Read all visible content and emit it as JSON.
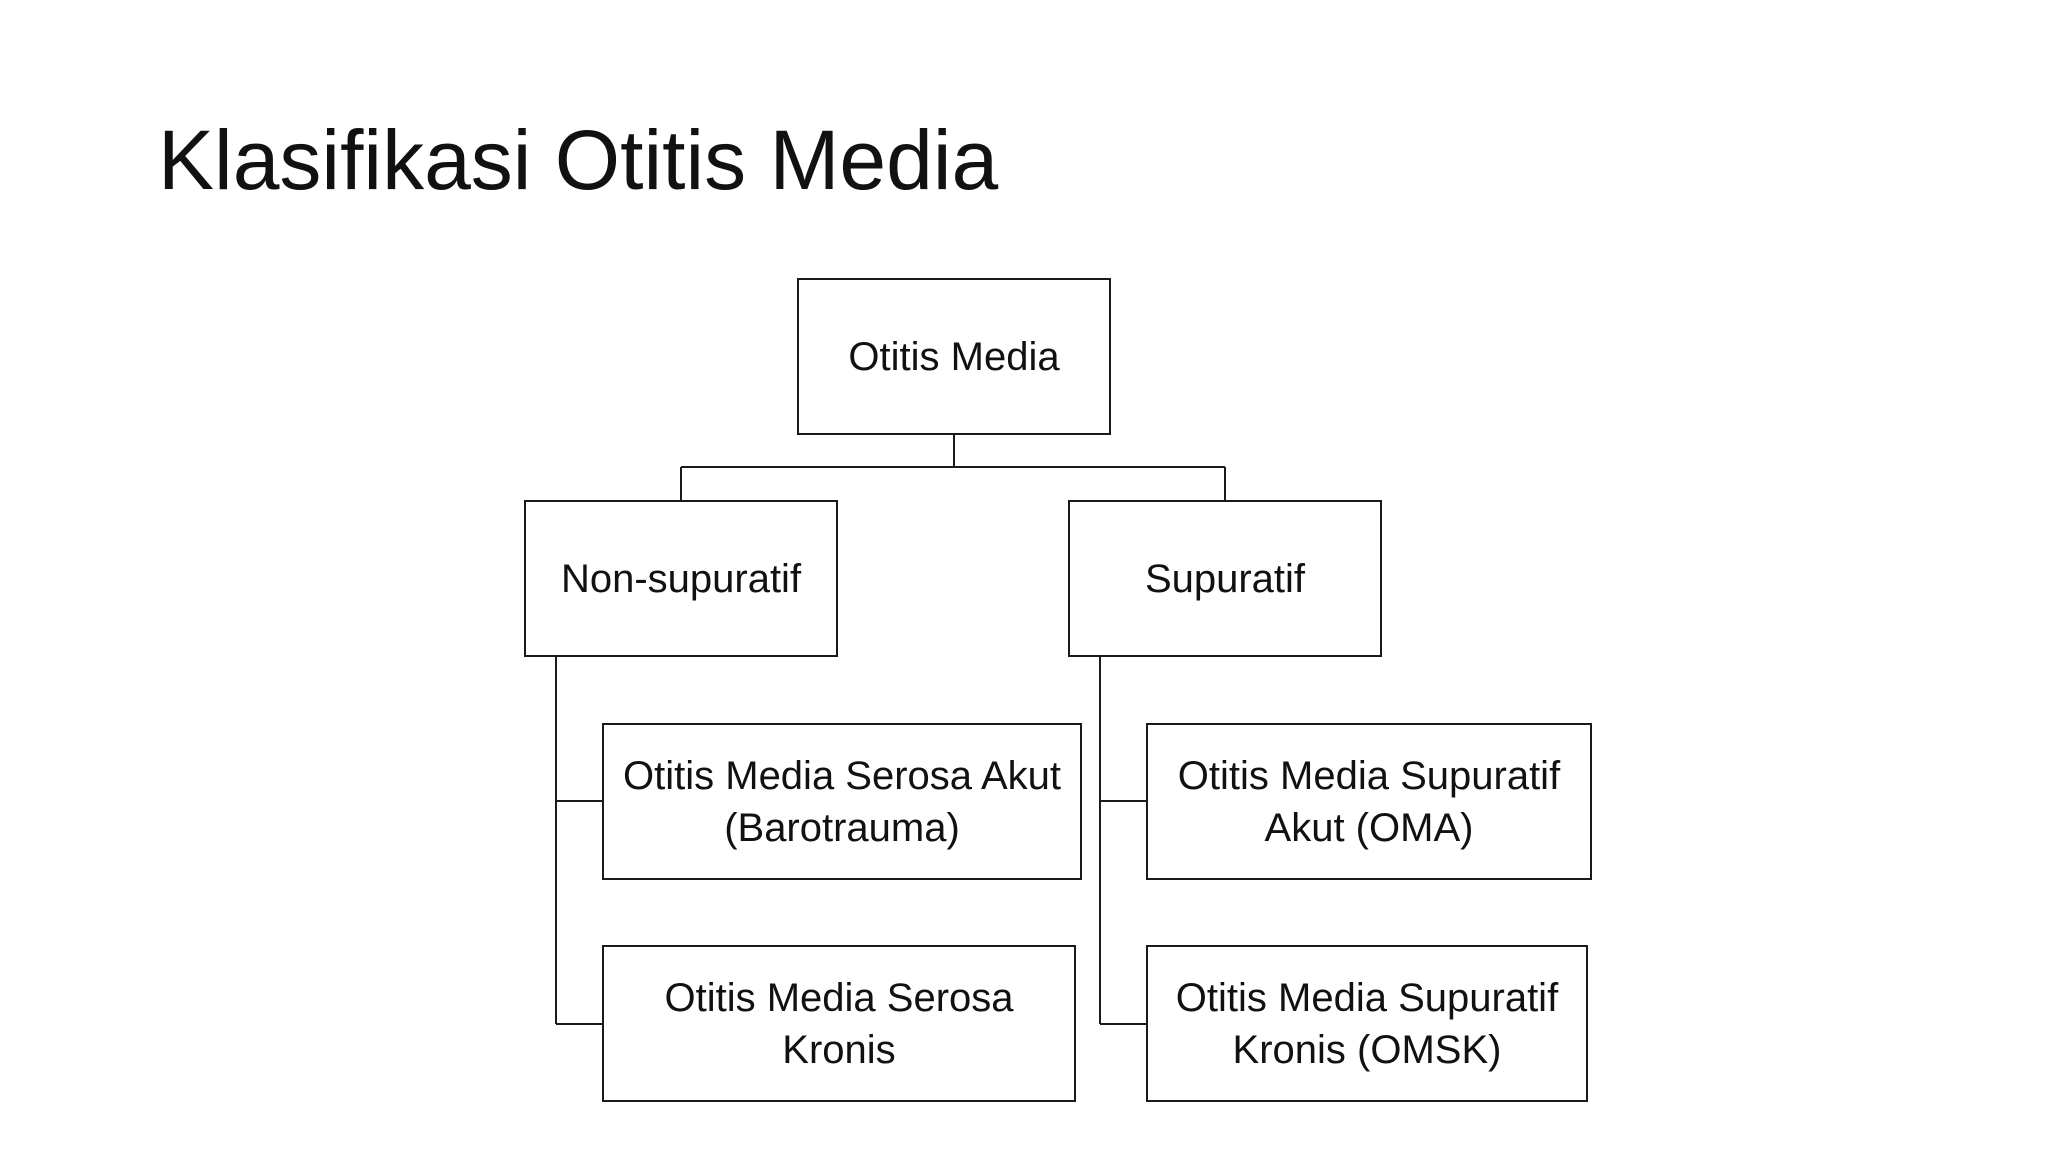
{
  "slide": {
    "title": "Klasifikasi Otitis Media"
  },
  "diagram": {
    "root": "Otitis Media",
    "branches": [
      {
        "label": "Non-supuratif",
        "children": [
          "Otitis Media Serosa Akut\n(Barotrauma)",
          "Otitis Media Serosa\nKronis"
        ]
      },
      {
        "label": "Supuratif",
        "children": [
          "Otitis Media Supuratif\nAkut (OMA)",
          "Otitis Media Supuratif\nKronis (OMSK)"
        ]
      }
    ]
  }
}
